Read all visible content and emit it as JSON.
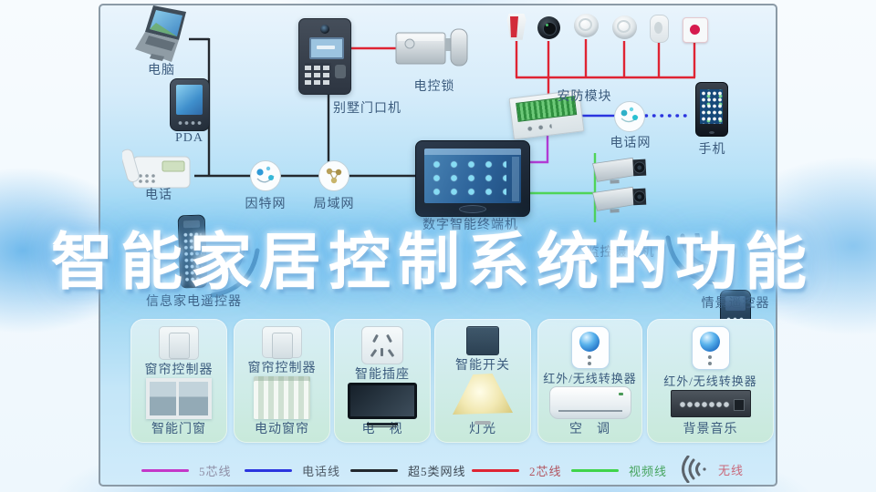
{
  "title": "智能家居控制系统的功能",
  "nodes": {
    "computer": "电脑",
    "pda": "PDA",
    "telephone": "电话",
    "internet": "因特网",
    "lan": "局域网",
    "door_station": "别墅门口机",
    "electric_lock": "电控锁",
    "security_module": "安防模块",
    "phone_network": "电话网",
    "mobile_phone": "手机",
    "smart_terminal": "数字智能终端机",
    "surveillance_camera": "监控摄像机",
    "info_appliance_remote": "信息家电遥控器",
    "scene_remote": "情景遥控器"
  },
  "device_cards": [
    {
      "controller": "窗帘控制器",
      "device": "智能门窗"
    },
    {
      "controller": "窗帘控制器",
      "device": "电动窗帘"
    },
    {
      "controller": "智能插座",
      "device": "电　视"
    },
    {
      "controller": "智能开关",
      "device": "灯光"
    },
    {
      "controller": "红外/无线转换器",
      "device": "空　调"
    },
    {
      "controller": "红外/无线转换器",
      "device": "背景音乐"
    }
  ],
  "legend": [
    {
      "label": "5芯线",
      "color": "#c437c8",
      "label_color": "#8f8fa6"
    },
    {
      "label": "电话线",
      "color": "#2b35df",
      "label_color": "#4e5a66"
    },
    {
      "label": "超5类网线",
      "color": "#23282e",
      "label_color": "#3f4a55"
    },
    {
      "label": "2芯线",
      "color": "#df2433",
      "label_color": "#b25560"
    },
    {
      "label": "视频线",
      "color": "#3fd44a",
      "label_color": "#46a45e"
    },
    {
      "label": "无线",
      "color": "#5c646c",
      "label_color": "#c9697b"
    }
  ],
  "wire_colors": {
    "cat5e": "#23282e",
    "two_core": "#df2433",
    "phone_line": "#2b35df",
    "five_core": "#b13bd4",
    "video": "#4fd458"
  }
}
